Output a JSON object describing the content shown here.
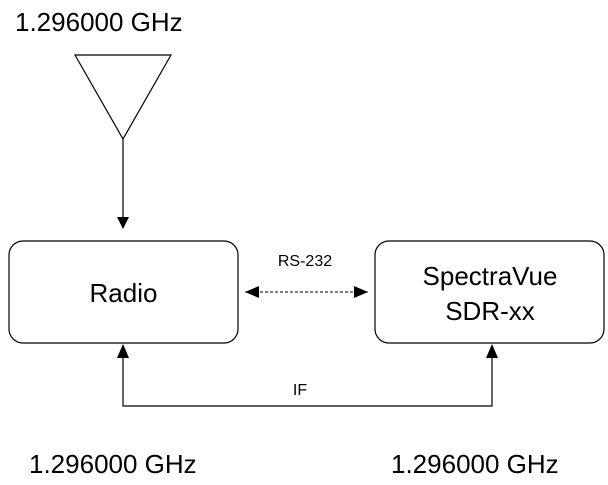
{
  "antenna": {
    "frequency_label": "1.296000 GHz"
  },
  "radio": {
    "label": "Radio",
    "frequency_label": "1.296000 GHz"
  },
  "sdr": {
    "label_line1": "SpectraVue",
    "label_line2": "SDR-xx",
    "frequency_label": "1.296000 GHz"
  },
  "links": {
    "serial_label": "RS-232",
    "if_label": "IF"
  },
  "colors": {
    "stroke": "#000000",
    "background": "#ffffff"
  }
}
